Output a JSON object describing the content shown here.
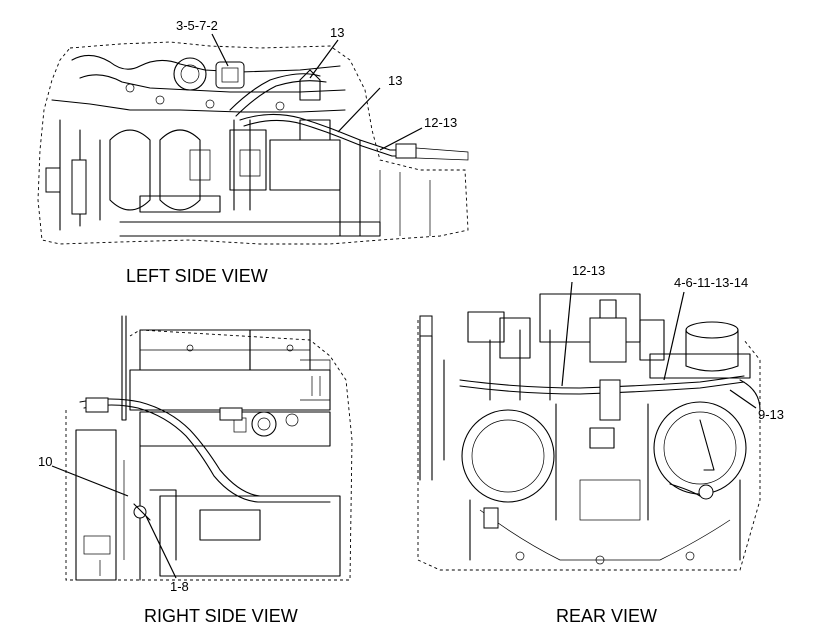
{
  "views": {
    "left": {
      "title": "LEFT SIDE VIEW",
      "callouts": [
        "3-5-7-2",
        "13",
        "13",
        "12-13"
      ]
    },
    "right": {
      "title": "RIGHT SIDE VIEW",
      "callouts": [
        "10",
        "1-8"
      ]
    },
    "rear": {
      "title": "REAR VIEW",
      "callouts": [
        "12-13",
        "4-6-11-13-14",
        "9-13"
      ]
    }
  }
}
